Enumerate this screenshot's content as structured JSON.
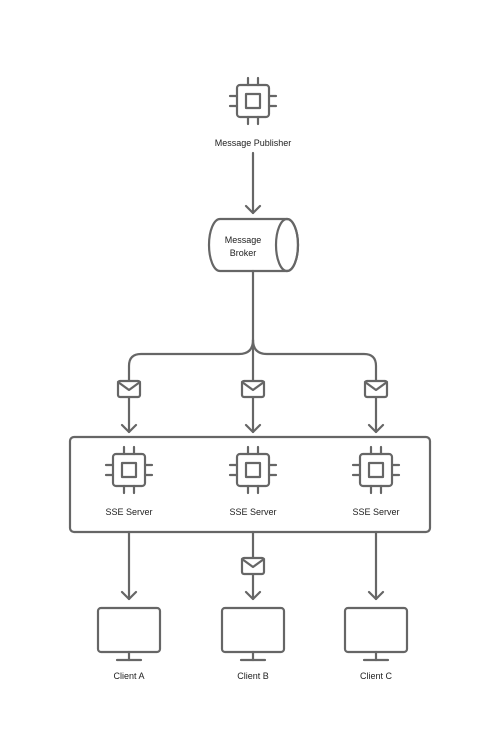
{
  "publisher": {
    "label": "Message Publisher",
    "icon": "cpu-chip-icon"
  },
  "broker": {
    "label_line1": "Message",
    "label_line2": "Broker",
    "icon": "database-cylinder-icon"
  },
  "servers": [
    {
      "label": "SSE Server",
      "icon": "cpu-chip-icon"
    },
    {
      "label": "SSE Server",
      "icon": "cpu-chip-icon"
    },
    {
      "label": "SSE Server",
      "icon": "cpu-chip-icon"
    }
  ],
  "clients": [
    {
      "label": "Client A",
      "icon": "monitor-icon"
    },
    {
      "label": "Client B",
      "icon": "monitor-icon"
    },
    {
      "label": "Client C",
      "icon": "monitor-icon"
    }
  ],
  "message_icon": "envelope-icon",
  "colors": {
    "stroke": "#666666",
    "text": "#222222",
    "background": "#ffffff"
  }
}
